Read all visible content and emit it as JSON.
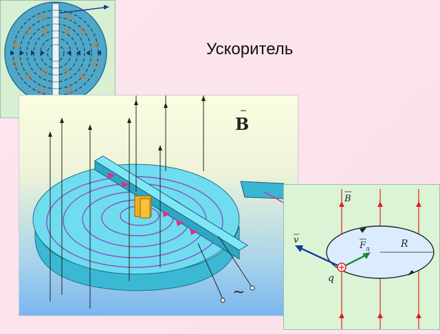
{
  "title": "Ускоритель",
  "labels": {
    "B_main": "B",
    "ac_symbol": "~",
    "B_vec": "B",
    "v_vec": "v",
    "F_vec": "F",
    "F_sub": "л",
    "R": "R",
    "q": "q"
  },
  "colors": {
    "disk": "#5fd6ea",
    "disk_dark": "#2aa0c0",
    "orbit": "#8a4fc0",
    "arrow_pink": "#e0308a",
    "field_red": "#e02020",
    "ellipse_fill": "#dcecff"
  }
}
